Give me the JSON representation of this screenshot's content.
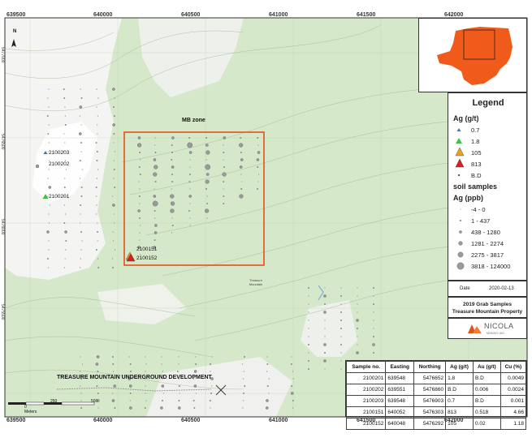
{
  "coords": {
    "easting": [
      "639500",
      "640000",
      "640500",
      "641000",
      "641500",
      "642000"
    ],
    "northing": [
      "5477000",
      "5476500",
      "5476000",
      "5475500"
    ]
  },
  "map": {
    "zone_label": "MB zone",
    "development_label": "TREASURE MOUNTAIN UNDERGROUND DEVELOPMENT",
    "north_arrow": "N",
    "treasure_label": "Treasure Mountain",
    "scale": {
      "zero": "0",
      "mid": "250",
      "end": "500",
      "unit": "Meters"
    },
    "sample_labels": {
      "s2100203": "2100203",
      "s2100202": "2100202",
      "s2100201": "2100201",
      "s2100151": "2100151",
      "s2100152": "2100152"
    }
  },
  "legend": {
    "title": "Legend",
    "ag_gt_head": "Ag (g/t)",
    "ag_gt": [
      "0.7",
      "1.8",
      "105",
      "813",
      "B.D"
    ],
    "soil_head": "soil samples",
    "ag_ppb_head": "Ag (ppb)",
    "ag_ppb": [
      "-4 - 0",
      "1 - 437",
      "438 - 1280",
      "1281 - 2274",
      "2275 - 3817",
      "3818 - 124000"
    ]
  },
  "date": {
    "label": "Date",
    "value": "2020-02-13"
  },
  "title_box": {
    "line1": "2019 Grab Samples",
    "line2": "Treasure Mountain Property"
  },
  "logo": {
    "name": "NICOLA",
    "sub": "MINING INC."
  },
  "sample_table": {
    "headers": [
      "Sample no.",
      "Easting",
      "Northing",
      "Ag (g/t)",
      "Au (g/t)",
      "Cu (%)"
    ],
    "rows": [
      [
        "2100201",
        "639548",
        "5476652",
        "1.8",
        "B.D",
        "0.0049"
      ],
      [
        "2100202",
        "639551",
        "5476860",
        "B.D",
        "0.006",
        "0.0024"
      ],
      [
        "2100203",
        "639548",
        "5476903",
        "0.7",
        "B.D",
        "0.001"
      ],
      [
        "2100151",
        "640052",
        "5476303",
        "813",
        "0.518",
        "4.66"
      ],
      [
        "2100152",
        "640048",
        "5476292",
        "105",
        "0.02",
        "1.18"
      ]
    ]
  },
  "colors": {
    "terrain": "#cfe4c4",
    "snow": "#f6f6f6",
    "zone_box": "#e2531b",
    "inset_claims": "#f05a1a",
    "tri_green": "#3cc23c",
    "tri_orange": "#f0a020",
    "tri_red": "#d81e1e",
    "tri_blue": "#3b6fd9"
  }
}
